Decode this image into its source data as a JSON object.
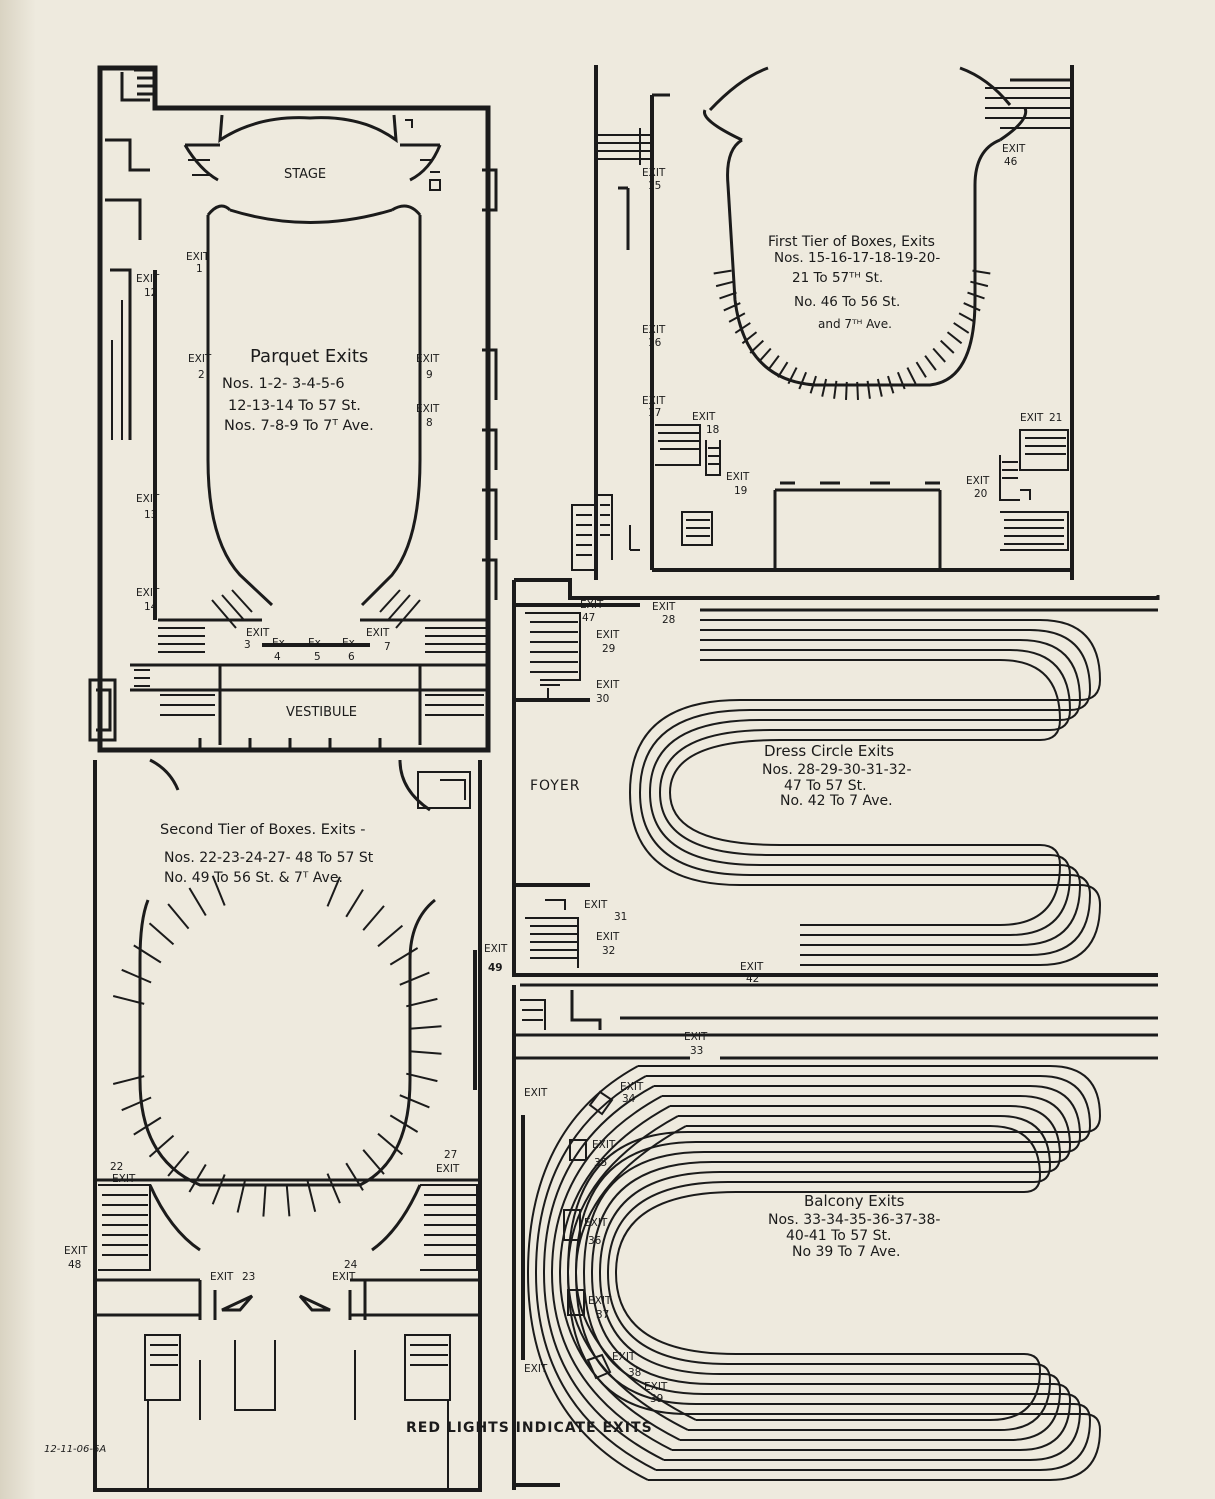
{
  "panels": {
    "parquet": {
      "title": "Parquet Exits",
      "lines": [
        "Nos. 1-2- 3-4-5-6",
        "12-13-14 To 57 St.",
        "Nos. 7-8-9 To 7ᵀ Ave."
      ],
      "rooms": {
        "stage": "STAGE",
        "vestibule": "VESTIBULE"
      },
      "exits": [
        {
          "w": "EXIT",
          "n": "1"
        },
        {
          "w": "EXIT",
          "n": "2"
        },
        {
          "w": "EXIT",
          "n": "3"
        },
        {
          "w": "Ex",
          "n": "4"
        },
        {
          "w": "Ex",
          "n": "5"
        },
        {
          "w": "Ex",
          "n": "6"
        },
        {
          "w": "EXIT",
          "n": "7"
        },
        {
          "w": "EXIT",
          "n": "8"
        },
        {
          "w": "EXIT",
          "n": "9"
        },
        {
          "w": "EXIT",
          "n": "12"
        },
        {
          "w": "EXIT",
          "n": "13"
        },
        {
          "w": "EXIT",
          "n": "14"
        }
      ]
    },
    "first_tier": {
      "title": "First Tier of Boxes, Exits",
      "lines": [
        "Nos. 15-16-17-18-19-20-",
        "21 To 57ᵀᴴ St.",
        "No. 46 To 56 St.",
        "and 7ᵀᴴ Ave."
      ],
      "exits": [
        {
          "w": "EXIT",
          "n": "15"
        },
        {
          "w": "EXIT",
          "n": "16"
        },
        {
          "w": "EXIT",
          "n": "17"
        },
        {
          "w": "EXIT",
          "n": "18"
        },
        {
          "w": "EXIT",
          "n": "19"
        },
        {
          "w": "EXIT",
          "n": "20"
        },
        {
          "w": "EXIT",
          "n": "21"
        },
        {
          "w": "EXIT",
          "n": "46"
        }
      ]
    },
    "second_tier": {
      "title": "Second Tier of Boxes. Exits -",
      "lines": [
        "Nos. 22-23-24-27- 48 To 57 St",
        "No. 49 To 56 St. & 7ᵀ Ave."
      ],
      "exits": [
        {
          "w": "EXIT",
          "n": "22"
        },
        {
          "w": "EXIT",
          "n": "23"
        },
        {
          "w": "EXIT",
          "n": "24"
        },
        {
          "w": "EXIT",
          "n": "27"
        },
        {
          "w": "EXIT",
          "n": "48"
        },
        {
          "w": "EXIT",
          "n": "49"
        }
      ]
    },
    "dress_circle": {
      "title": "Dress Circle Exits",
      "lines": [
        "Nos. 28-29-30-31-32-",
        "47 To 57 St.",
        "No. 42 To 7 Ave."
      ],
      "rooms": {
        "foyer": "FOYER"
      },
      "exits": [
        {
          "w": "EXIT",
          "n": "28"
        },
        {
          "w": "EXIT",
          "n": "29"
        },
        {
          "w": "EXIT",
          "n": "30"
        },
        {
          "w": "EXIT",
          "n": "31"
        },
        {
          "w": "EXIT",
          "n": "32"
        },
        {
          "w": "EXIT",
          "n": "42"
        },
        {
          "w": "EXIT",
          "n": "47"
        }
      ]
    },
    "balcony": {
      "title": "Balcony Exits",
      "lines": [
        "Nos. 33-34-35-36-37-38-",
        "40-41 To 57 St.",
        "No 39 To 7 Ave."
      ],
      "exits": [
        {
          "w": "EXIT",
          "n": "33"
        },
        {
          "w": "EXIT",
          "n": "34"
        },
        {
          "w": "EXIT",
          "n": "35"
        },
        {
          "w": "EXIT",
          "n": "36"
        },
        {
          "w": "EXIT",
          "n": "37"
        },
        {
          "w": "EXIT",
          "n": "38"
        },
        {
          "w": "EXIT",
          "n": "39"
        },
        {
          "w": "EXIT",
          "n": ""
        },
        {
          "w": "EXIT",
          "n": ""
        }
      ]
    }
  },
  "caption": "RED LIGHTS INDICATE EXITS",
  "note": "12-11-06-6A"
}
